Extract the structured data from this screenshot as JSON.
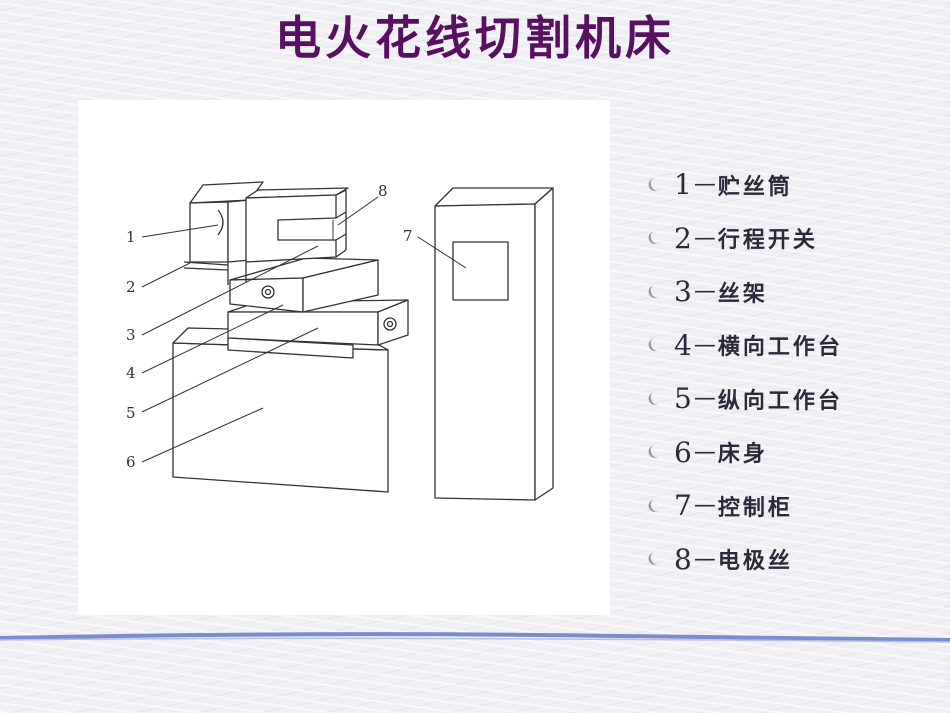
{
  "title": "电火花线切割机床",
  "diagram": {
    "callouts": [
      "1",
      "2",
      "3",
      "4",
      "5",
      "6",
      "7",
      "8"
    ]
  },
  "legend": [
    {
      "num": "1",
      "text": "贮丝筒"
    },
    {
      "num": "2",
      "text": "行程开关"
    },
    {
      "num": "3",
      "text": "丝架"
    },
    {
      "num": "4",
      "text": "横向工作台"
    },
    {
      "num": "5",
      "text": "纵向工作台"
    },
    {
      "num": "6",
      "text": "床身"
    },
    {
      "num": "7",
      "text": "控制柜"
    },
    {
      "num": "8",
      "text": "电极丝"
    }
  ],
  "legend_dash": "—",
  "bullet_icon": "leaf-bullet-icon",
  "colors": {
    "title": "#5a1060",
    "divider": "#7c8ccc"
  }
}
